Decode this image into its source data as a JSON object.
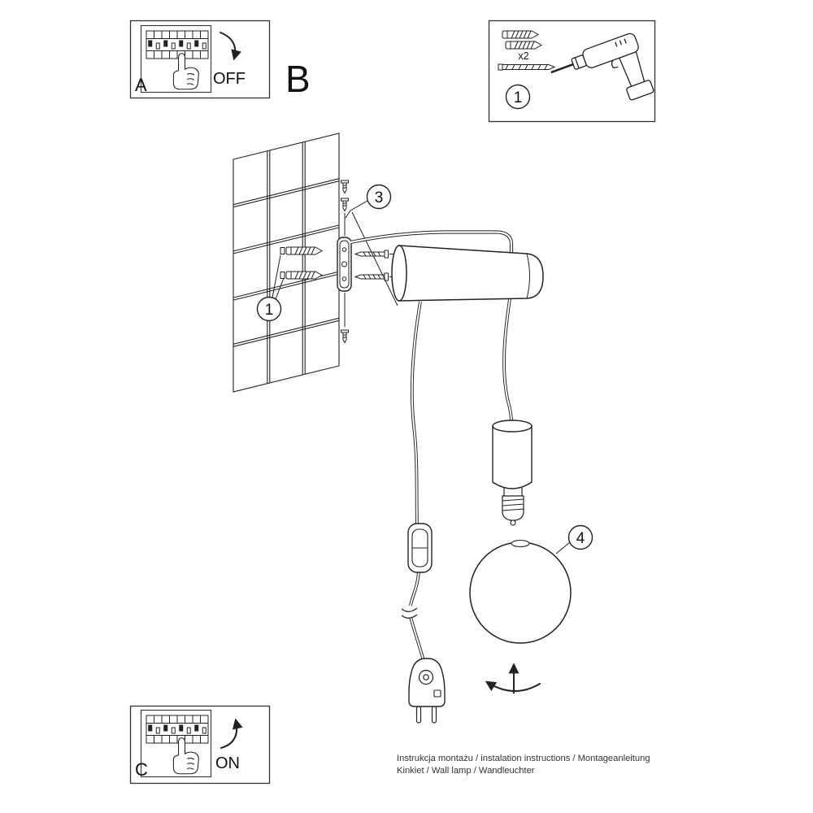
{
  "page": {
    "background": "#ffffff",
    "ink": "#222222"
  },
  "panel_a": {
    "label": "A",
    "switch_state": "OFF"
  },
  "section_b": {
    "label": "B"
  },
  "tools_panel": {
    "step_number": "1",
    "anchor_quantity": "x2"
  },
  "callouts": {
    "wall_plug": "1",
    "mounting": "3",
    "globe": "4"
  },
  "panel_c": {
    "label": "C",
    "switch_state": "ON"
  },
  "footer": {
    "line1": "Instrukcja montażu / instalation instructions / Montageanleitung",
    "line2": "Kinkiet / Wall lamp / Wandleuchter"
  }
}
